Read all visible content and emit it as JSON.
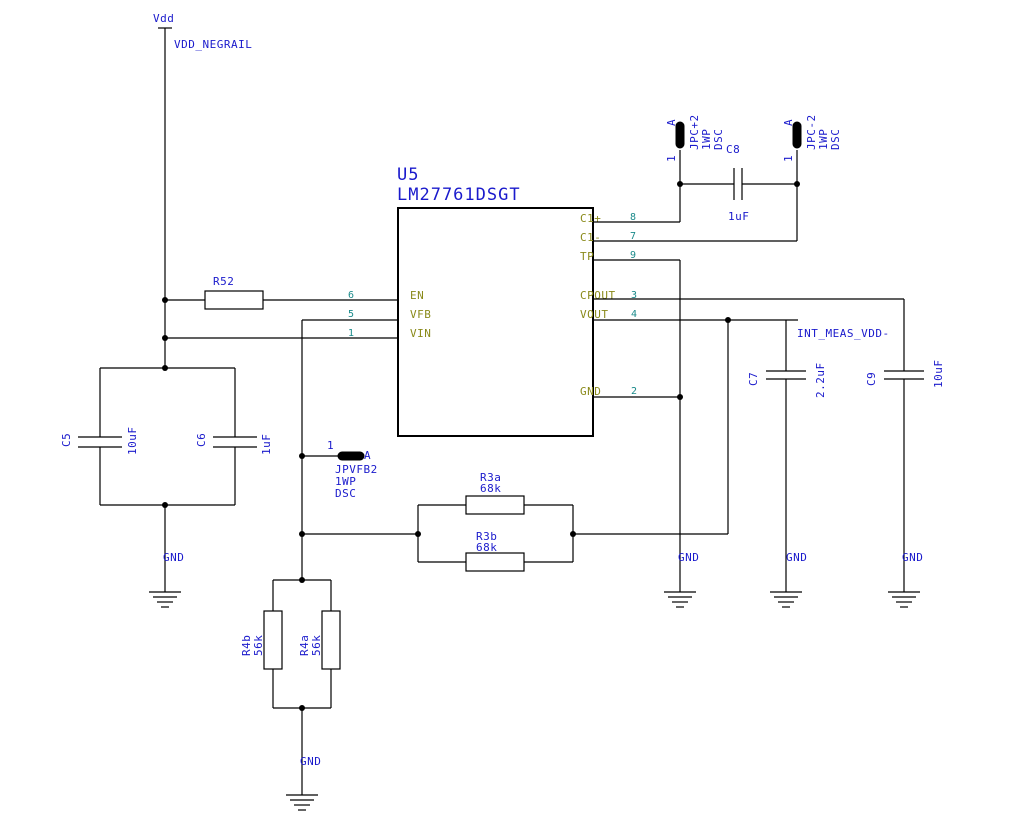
{
  "chip": {
    "ref": "U5",
    "part": "LM27761DSGT",
    "pins_left": [
      {
        "name": "EN",
        "num": "6"
      },
      {
        "name": "VFB",
        "num": "5"
      },
      {
        "name": "VIN",
        "num": "1"
      }
    ],
    "pins_right": [
      {
        "name": "C1+",
        "num": "8"
      },
      {
        "name": "C1-",
        "num": "7"
      },
      {
        "name": "TP",
        "num": "9"
      },
      {
        "name": "CPOUT",
        "num": "3"
      },
      {
        "name": "VOUT",
        "num": "4"
      },
      {
        "name": "GND",
        "num": "2"
      }
    ]
  },
  "nets": {
    "vdd": "Vdd",
    "vdd_negrail": "VDD_NEGRAIL",
    "int_meas": "INT_MEAS_VDD-",
    "gnd": "GND"
  },
  "components": {
    "r52": {
      "ref": "R52"
    },
    "c5": {
      "ref": "C5",
      "value": "10uF"
    },
    "c6": {
      "ref": "C6",
      "value": "1uF"
    },
    "c7": {
      "ref": "C7",
      "value": "2.2uF"
    },
    "c8": {
      "ref": "C8",
      "value": "1uF"
    },
    "c9": {
      "ref": "C9",
      "value": "10uF"
    },
    "r3a": {
      "ref": "R3a",
      "value": "68k"
    },
    "r3b": {
      "ref": "R3b",
      "value": "68k"
    },
    "r4a": {
      "ref": "R4a",
      "value": "56k"
    },
    "r4b": {
      "ref": "R4b",
      "value": "56k"
    }
  },
  "jumpers": {
    "jpvfb2": {
      "lines": [
        "JPVFB2",
        "1WP",
        "DSC"
      ],
      "pin1": "1",
      "pinA": "A"
    },
    "jpc_plus": {
      "lines": [
        "JPC+2",
        "1WP",
        "DSC"
      ],
      "pin1": "1",
      "pinA": "A"
    },
    "jpc_minus": {
      "lines": [
        "JPC-2",
        "1WP",
        "DSC"
      ],
      "pin1": "1",
      "pinA": "A"
    }
  }
}
